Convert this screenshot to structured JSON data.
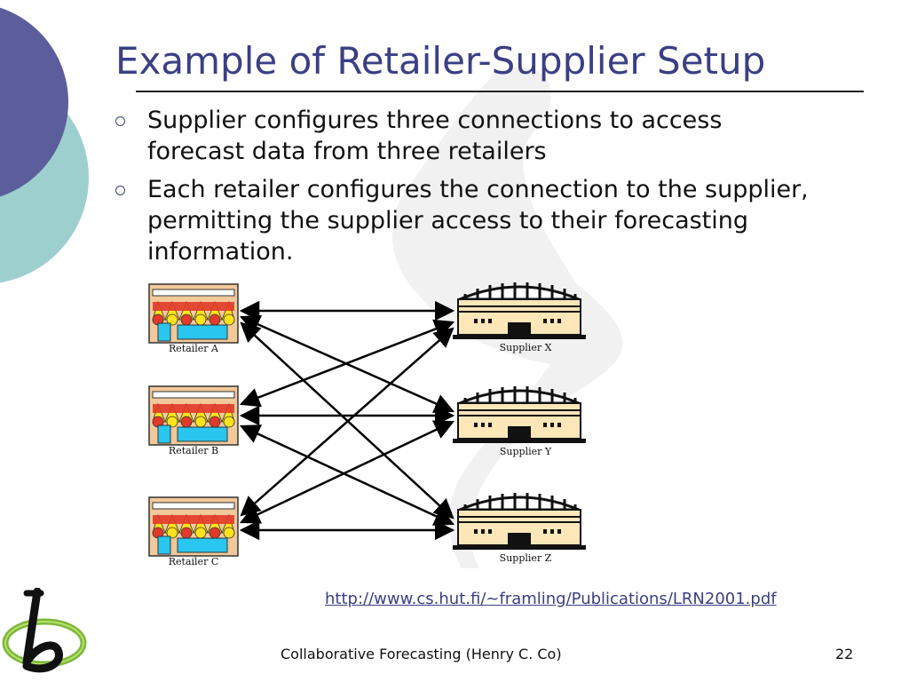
{
  "slide": {
    "title": "Example of Retailer-Supplier Setup",
    "bullets": [
      "Supplier configures three connections to access forecast data from three retailers",
      "Each retailer configures the connection to the supplier, permitting the supplier access to their forecasting information."
    ],
    "link": "http://www.cs.hut.fi/~framling/Publications/LRN2001.pdf",
    "footer": "Collaborative Forecasting (Henry C. Co)",
    "page_number": "22"
  },
  "diagram": {
    "retailers": [
      {
        "label": "Retailer A"
      },
      {
        "label": "Retailer B"
      },
      {
        "label": "Retailer C"
      }
    ],
    "suppliers": [
      {
        "label": "Supplier X"
      },
      {
        "label": "Supplier Y"
      },
      {
        "label": "Supplier Z"
      }
    ],
    "connections": "every retailer connects to every supplier (bidirectional)"
  },
  "colors": {
    "title": "#3b3f85",
    "circle_dark": "#5b5e9a",
    "circle_teal": "#9ecfcf",
    "link": "#3b3f85"
  }
}
